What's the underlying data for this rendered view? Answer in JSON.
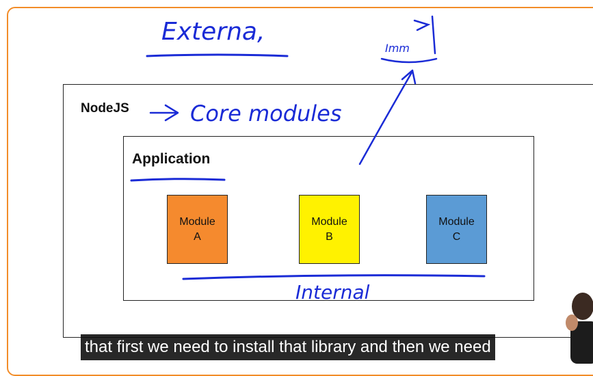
{
  "diagram": {
    "outer_label": "NodeJS",
    "inner_label": "Application",
    "modules": [
      {
        "line1": "Module",
        "line2": "A",
        "color": "#f58a2e"
      },
      {
        "line1": "Module",
        "line2": "B",
        "color": "#fff200"
      },
      {
        "line1": "Module",
        "line2": "C",
        "color": "#5b9bd5"
      }
    ]
  },
  "annotations": {
    "external": "Externa,",
    "core_modules": "Core modules",
    "internal": "Internal",
    "npm_box": "Imm"
  },
  "subtitle": "that first we need to install that library and then we need",
  "colors": {
    "frame_border": "#f28c28",
    "ink": "#1a2bd6",
    "caption_bg": "#0a0a0a"
  }
}
